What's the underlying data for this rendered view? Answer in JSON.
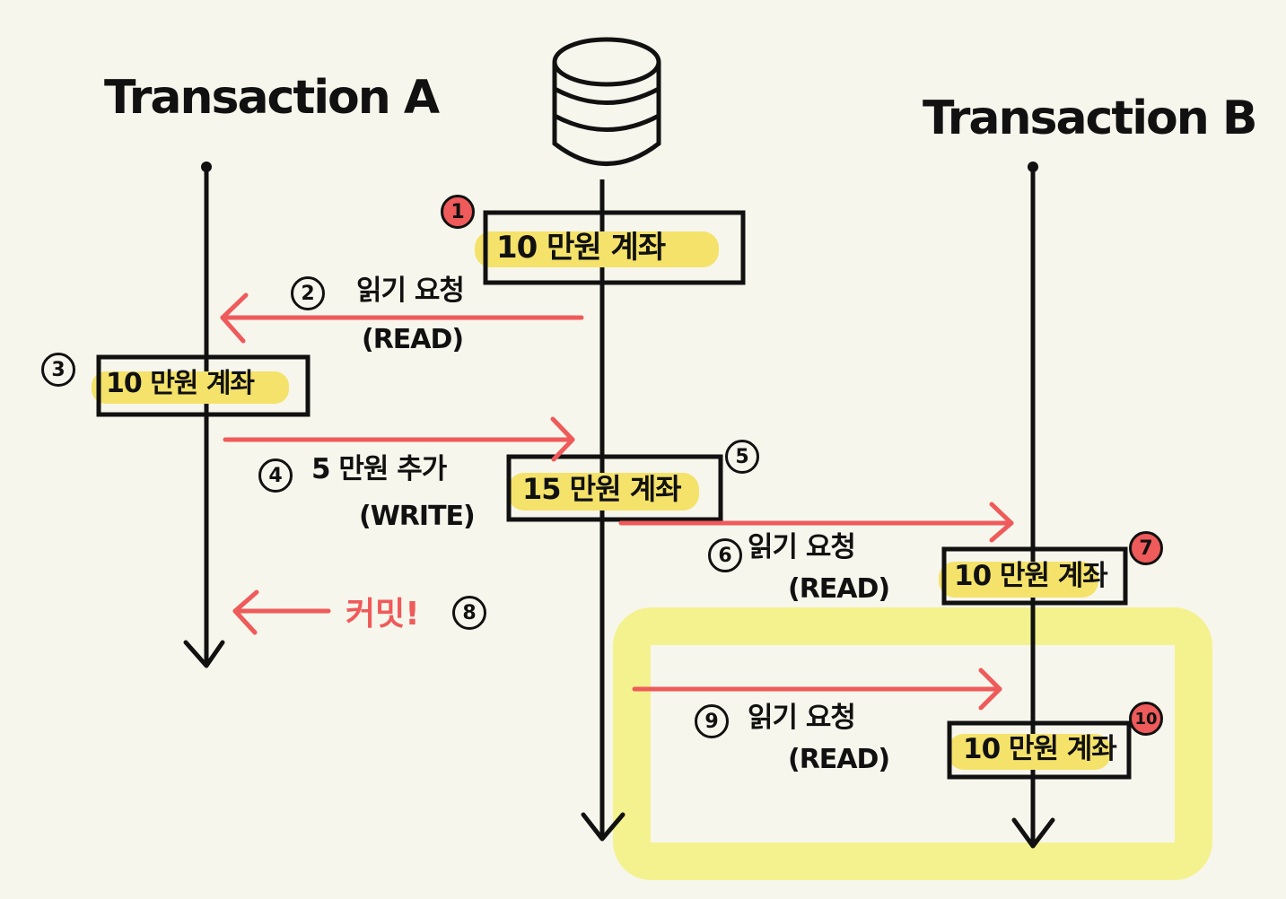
{
  "diagram": {
    "transaction_a_title": "Transaction A",
    "transaction_b_title": "Transaction B",
    "step1_label": "10 만원 계좌",
    "step2_title": "읽기 요청",
    "step2_subtitle": "(READ)",
    "step3_label": "10 만원 계좌",
    "step4_title": "5 만원 추가",
    "step4_subtitle": "(WRITE)",
    "step5_label": "15 만원 계좌",
    "step6_title": "읽기 요청",
    "step6_subtitle": "(READ)",
    "step7_label": "10 만원 계좌",
    "step8_label": "커밋!",
    "step9_title": "읽기 요청",
    "step9_subtitle": "(READ)",
    "step10_label": "10 만원 계좌",
    "badges": {
      "one": "1",
      "two": "2",
      "three": "3",
      "four": "4",
      "five": "5",
      "six": "6",
      "seven": "7",
      "eight": "8",
      "nine": "9",
      "ten": "10"
    }
  },
  "colors": {
    "background": "#f7f6ec",
    "ink": "#111111",
    "arrow_red": "#ef5a5a",
    "highlight_yellow": "#f4e26a",
    "region_yellow": "#f4f28e"
  }
}
